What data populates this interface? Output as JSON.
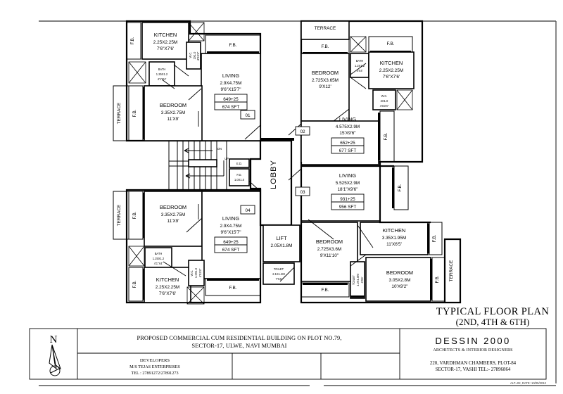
{
  "sheet": {
    "plan_title": "TYPICAL FLOOR PLAN",
    "plan_subtitle": "(2ND, 4TH & 6TH)",
    "lobby_label": "LOBBY",
    "north_label": "N",
    "revision": "ALT=02, DATE: 10/05/2012"
  },
  "titleblock": {
    "project_line1": "PROPOSED COMMERCIAL CUM RESIDENTIAL BUILDING ON PLOT NO.79,",
    "project_line2": "SECTOR-17, ULWE, NAVI MUMBAI",
    "developers_heading": "DEVELOPERS",
    "developers_name": "M/S TEJAS ENTERPRISES",
    "developers_tel": "TEL : 27891272/27891273",
    "firm_name": "DESSIN  2000",
    "firm_role": "ARCHITECTS & INTERIOR DESIGNERS",
    "firm_addr1": "220, VARDHMAN CHAMBERS, PLOT-84",
    "firm_addr2": "SECTOR-17, VASHI  TEL:- 27896864"
  },
  "units": [
    {
      "tag": "01",
      "living_area": "649+25",
      "total_area": "674  SFT"
    },
    {
      "tag": "02",
      "living_area": "652+25",
      "total_area": "677  SFT"
    },
    {
      "tag": "03",
      "living_area": "931+25",
      "total_area": "956  SFT"
    },
    {
      "tag": "04",
      "living_area": "649+25",
      "total_area": "674  SFT"
    }
  ],
  "rooms": {
    "u1_kitchen": {
      "name": "KITCHEN",
      "metric": "2.25X2.25M",
      "imperial": "7'6\"X7'6'"
    },
    "u1_bath": {
      "name": "BATH",
      "metric": "1.25X1.2",
      "imperial": "4'1\"X4'"
    },
    "u1_wc": {
      "name": "W.C.",
      "metric": "2X1.0",
      "imperial": "4'X3'4\""
    },
    "u1_living": {
      "name": "LIVING",
      "metric": "2.9X4.75M",
      "imperial": "9'6\"X15'7\""
    },
    "u1_bedroom": {
      "name": "BEDROOM",
      "metric": "3.35X2.75M",
      "imperial": "11'X9'"
    },
    "u2_terrace": {
      "name": "TERRACE"
    },
    "u2_bedroom": {
      "name": "BEDROOM",
      "metric": "2.725X3.65M",
      "imperial": "9'X12'"
    },
    "u2_bath": {
      "name": "BATH",
      "metric": "1.2X1.2",
      "imperial": "4'X4'"
    },
    "u2_kitchen": {
      "name": "KITCHEN",
      "metric": "2.25X2.25M",
      "imperial": "7'6\"X7'6'"
    },
    "u2_wc": {
      "name": "W.C.",
      "metric": "2X1.0",
      "imperial": "4'X3'4\""
    },
    "u2_living": {
      "name": "LIVING",
      "metric": "4.575X2.9M",
      "imperial": "15'X9'6\""
    },
    "u3_living": {
      "name": "LIVING",
      "metric": "5.525X2.9M",
      "imperial": "18'1\"X9'6\""
    },
    "u3_kitchen": {
      "name": "KITCHEN",
      "metric": "3.35X1.95M",
      "imperial": "11'X6'5'"
    },
    "u3_bedroom1": {
      "name": "BEDROOM",
      "metric": "2.725X3.6M",
      "imperial": "9'X11'10\""
    },
    "u3_bedroom2": {
      "name": "BEDROOM",
      "metric": "3.05X2.8M",
      "imperial": "10'X9'2\""
    },
    "u3_toilet": {
      "name": "TOILET",
      "metric": "1.2X1.8M",
      "imperial": "4'X6'"
    },
    "u4_bedroom": {
      "name": "BEDROOM",
      "metric": "3.35X2.75M",
      "imperial": "11'X9'"
    },
    "u4_living": {
      "name": "LIVING",
      "metric": "2.9X4.75M",
      "imperial": "9'6\"X15'7\""
    },
    "u4_bath": {
      "name": "BATH",
      "metric": "1.25X1.2",
      "imperial": "4'1\"X4'"
    },
    "u4_kitchen": {
      "name": "KITCHEN",
      "metric": "2.25X2.25M",
      "imperial": "7'6\"X7'6'"
    },
    "u4_wc": {
      "name": "W.C.",
      "metric": "1.2X1.0",
      "imperial": "4'X3'4\""
    },
    "lift": {
      "name": "LIFT",
      "metric": "2.05X1.8M"
    },
    "lobby_toilet": {
      "name": "TOILET",
      "metric": "2.1X1.2M",
      "imperial": "7'X4'"
    },
    "fd": {
      "name": "F.D.",
      "metric": "1.0X1.0"
    },
    "ed": {
      "name": "E.D."
    }
  },
  "balconies": {
    "fb": "F.B.",
    "terrace": "TERRACE"
  },
  "stairs": {
    "up": "UP",
    "down": "DN"
  },
  "colors": {
    "line": "#000000",
    "paper": "#ffffff",
    "rule": "#555555"
  }
}
